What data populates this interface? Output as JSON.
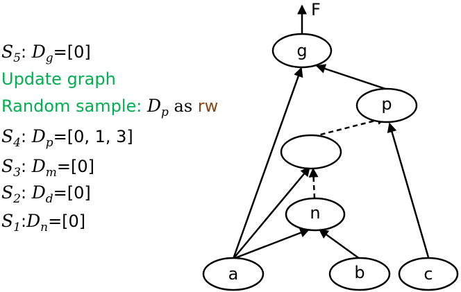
{
  "annotations": {
    "s5": {
      "step": "S",
      "step_sub": "5",
      "sep": ": ",
      "var": "D",
      "var_sub": "g",
      "value": "=[0]"
    },
    "update": "Update graph",
    "random_sample": {
      "prefix": "Random sample: ",
      "var": "D",
      "var_sub": "p",
      "as_word": " as ",
      "rw": "rw"
    },
    "s4": {
      "step": "S",
      "step_sub": "4",
      "sep": ": ",
      "var": "D",
      "var_sub": "p",
      "value": "=[0, 1, 3]"
    },
    "s3": {
      "step": "S",
      "step_sub": "3",
      "sep": ": ",
      "var": "D",
      "var_sub": "m",
      "value": "=[0]"
    },
    "s2": {
      "step": "S",
      "step_sub": "2",
      "sep": ": ",
      "var": "D",
      "var_sub": "d",
      "value": "=[0]"
    },
    "s1": {
      "step": "S",
      "step_sub": "1",
      "sep": ":",
      "var": "D",
      "var_sub": "n",
      "value": "=[0]"
    }
  },
  "colors": {
    "green": "#00b050",
    "brown": "#8b4513",
    "black": "#000000"
  },
  "graph": {
    "output_label": "F",
    "nodes": {
      "g": "g",
      "p": "p",
      "m": "",
      "n": "n",
      "a": "a",
      "b": "b",
      "c": "c"
    }
  }
}
